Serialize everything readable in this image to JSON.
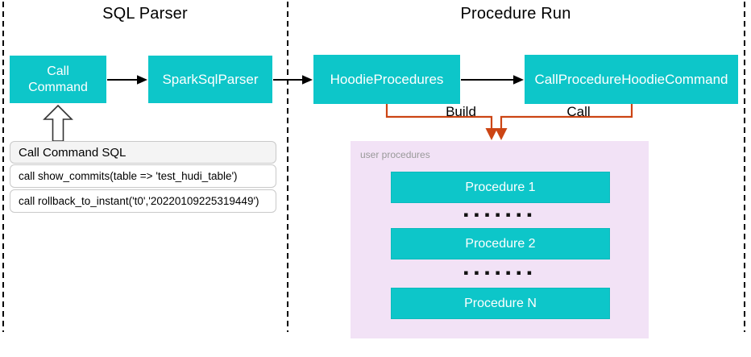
{
  "sections": {
    "sql_parser": {
      "title": "SQL Parser"
    },
    "procedure_run": {
      "title": "Procedure Run"
    }
  },
  "nodes": {
    "call_command": "Call Command",
    "spark_sql_parser": "SparkSqlParser",
    "hoodie_procedures": "HoodieProcedures",
    "call_procedure_hoodie_command": "CallProcedureHoodieCommand"
  },
  "edges": {
    "build_label": "Build",
    "call_label": "Call"
  },
  "sql_panel": {
    "header": "Call Command SQL",
    "rows": [
      "call show_commits(table => 'test_hudi_table')",
      "call rollback_to_instant('t0','20220109225319449')"
    ]
  },
  "user_procedures": {
    "label": "user procedures",
    "items": [
      "Procedure 1",
      "Procedure 2",
      "Procedure N"
    ],
    "dots": "▪▪▪▪▪▪▪"
  },
  "icons": {
    "hollow_up_arrow": "up-arrow",
    "flow_arrows": "right-arrow",
    "build_call_arrows": "down-arrow"
  },
  "colors": {
    "node_teal": "#0dc6c9",
    "connector_orange": "#cc4514",
    "user_procedures_bg": "#f2e2f6",
    "panel_header_bg": "#f4f4f4",
    "panel_border": "#c9c9c9",
    "dashed_border": "#000000",
    "muted_label": "#999999"
  }
}
